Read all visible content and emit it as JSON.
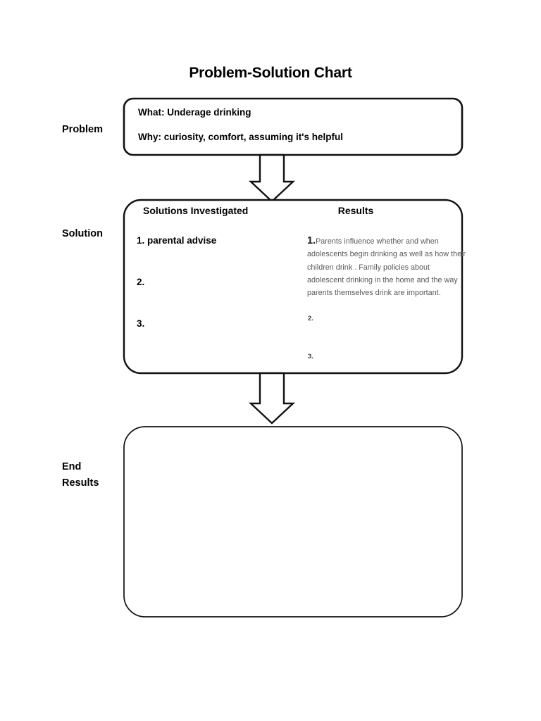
{
  "document": {
    "title": "Problem-Solution Chart"
  },
  "row_labels": {
    "problem": "Problem",
    "solution": "Solution",
    "end_results": "End\nResults"
  },
  "problem_box": {
    "lines": [
      "What: Underage drinking",
      "Why: curiosity, comfort, assuming it's helpful"
    ]
  },
  "solution_box": {
    "headers": {
      "left": "Solutions Investigated",
      "right": "Results"
    },
    "solutions": [
      "1. parental advise",
      "2.",
      "3."
    ],
    "results": [
      {
        "number": "1.",
        "text": "Parents influence whether and when adolescents begin drinking as well as how their children drink . Family policies about adolescent drinking in the home and the way parents themselves drink are important."
      },
      {
        "number": "2.",
        "text": ""
      },
      {
        "number": "3.",
        "text": ""
      }
    ]
  },
  "end_results_box": {
    "content": ""
  },
  "connectors": [
    {
      "name": "arrow-problem-to-solution",
      "direction": "down"
    },
    {
      "name": "arrow-solution-to-end-results",
      "direction": "down"
    }
  ],
  "colors": {
    "stroke": "#111111",
    "text": "#000000",
    "muted_text": "#5a5a5a",
    "background": "#ffffff"
  }
}
